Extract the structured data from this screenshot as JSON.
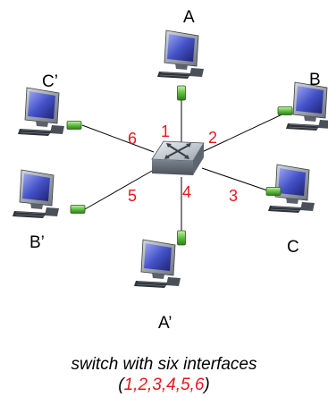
{
  "hosts": {
    "a": "A",
    "b": "B",
    "c": "C",
    "a_prime": "A’",
    "b_prime": "B’",
    "c_prime": "C’"
  },
  "interfaces": [
    "1",
    "2",
    "3",
    "4",
    "5",
    "6"
  ],
  "caption": {
    "line1": "switch with six interfaces",
    "open": "(",
    "list": "1,2,3,4,5,6",
    "close": ")"
  },
  "colors": {
    "interface_label": "#e8161c",
    "link": "#000000",
    "nic": "#3f9a2f"
  },
  "icons": {
    "switch": "network-switch-icon",
    "host": "desktop-computer-icon",
    "nic": "network-interface-card-icon"
  }
}
